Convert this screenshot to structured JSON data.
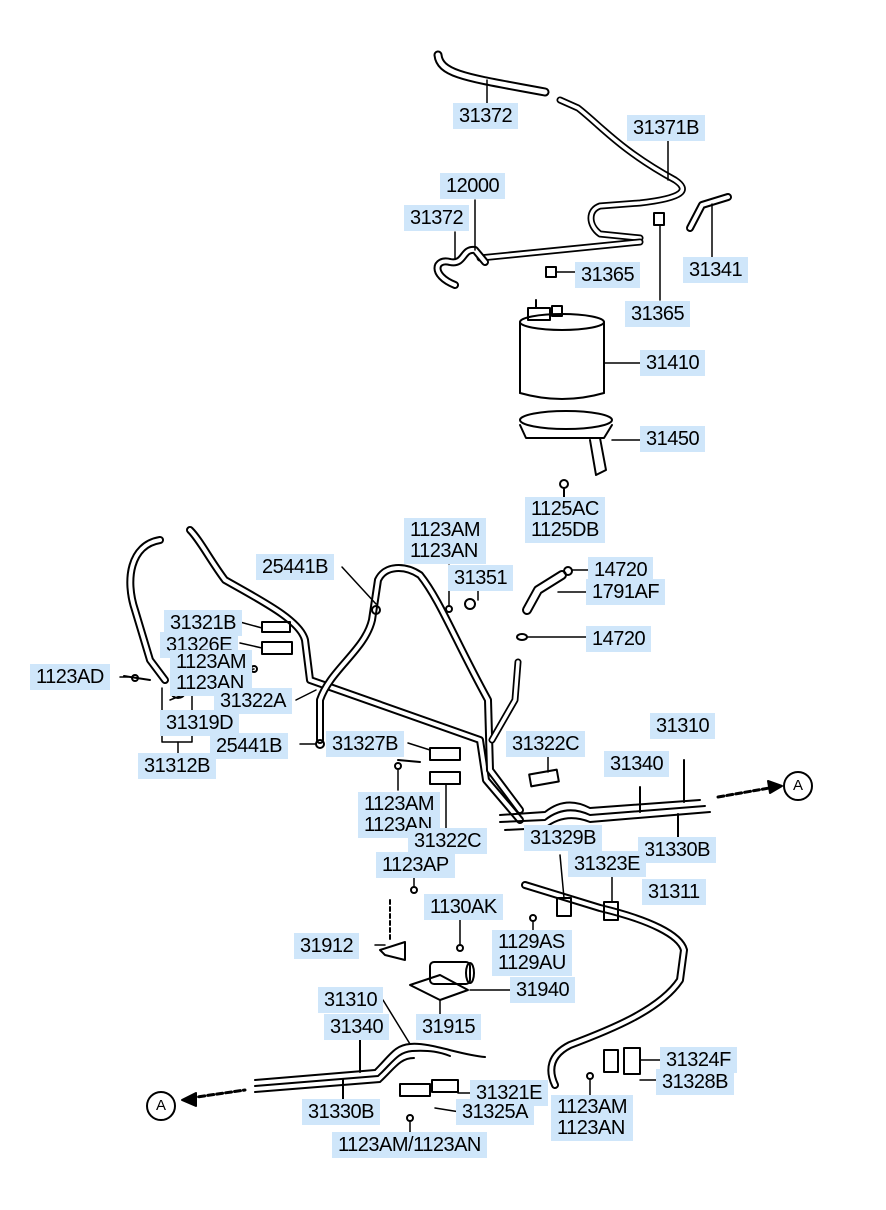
{
  "parts": {
    "p31372_top": "31372",
    "p31371B": "31371B",
    "p12000": "12000",
    "p31372_mid": "31372",
    "p31365_a": "31365",
    "p31341": "31341",
    "p31365_b": "31365",
    "p31410": "31410",
    "p31450": "31450",
    "p1125AC": "1125AC",
    "p1125DB": "1125DB",
    "p1123AM_top": "1123AM",
    "p1123AN_top": "1123AN",
    "p25441B_top": "25441B",
    "p31351": "31351",
    "p14720_a": "14720",
    "p1791AF": "1791AF",
    "p14720_b": "14720",
    "p31321B_top": "31321B",
    "p31326E": "31326E",
    "p1123AM_left": "1123AM",
    "p1123AN_left": "1123AN",
    "p1123AD": "1123AD",
    "p31322A": "31322A",
    "p31319D": "31319D",
    "p25441B_mid": "25441B",
    "p31327B": "31327B",
    "p31312B": "31312B",
    "p31322C_a": "31322C",
    "p31310_right": "31310",
    "p31340_right": "31340",
    "p1123AM_mid": "1123AM",
    "p1123AN_mid": "1123AN",
    "p31322C_b": "31322C",
    "p31329B": "31329B",
    "p31330B_right": "31330B",
    "p1123AP": "1123AP",
    "p31323E": "31323E",
    "p31311": "31311",
    "p1130AK": "1130AK",
    "p31912": "31912",
    "p1129AS": "1129AS",
    "p1129AU": "1129AU",
    "p31940": "31940",
    "p31310_left": "31310",
    "p31915": "31915",
    "p31340_left": "31340",
    "p31324F": "31324F",
    "p31328B": "31328B",
    "p31321E": "31321E",
    "p31330B_left": "31330B",
    "p31325A": "31325A",
    "p1123AM_bot": "1123AM",
    "p1123AN_bot": "1123AN",
    "p1123AM_AN": "1123AM/1123AN"
  },
  "markers": {
    "A_right": "A",
    "A_left": "A"
  }
}
